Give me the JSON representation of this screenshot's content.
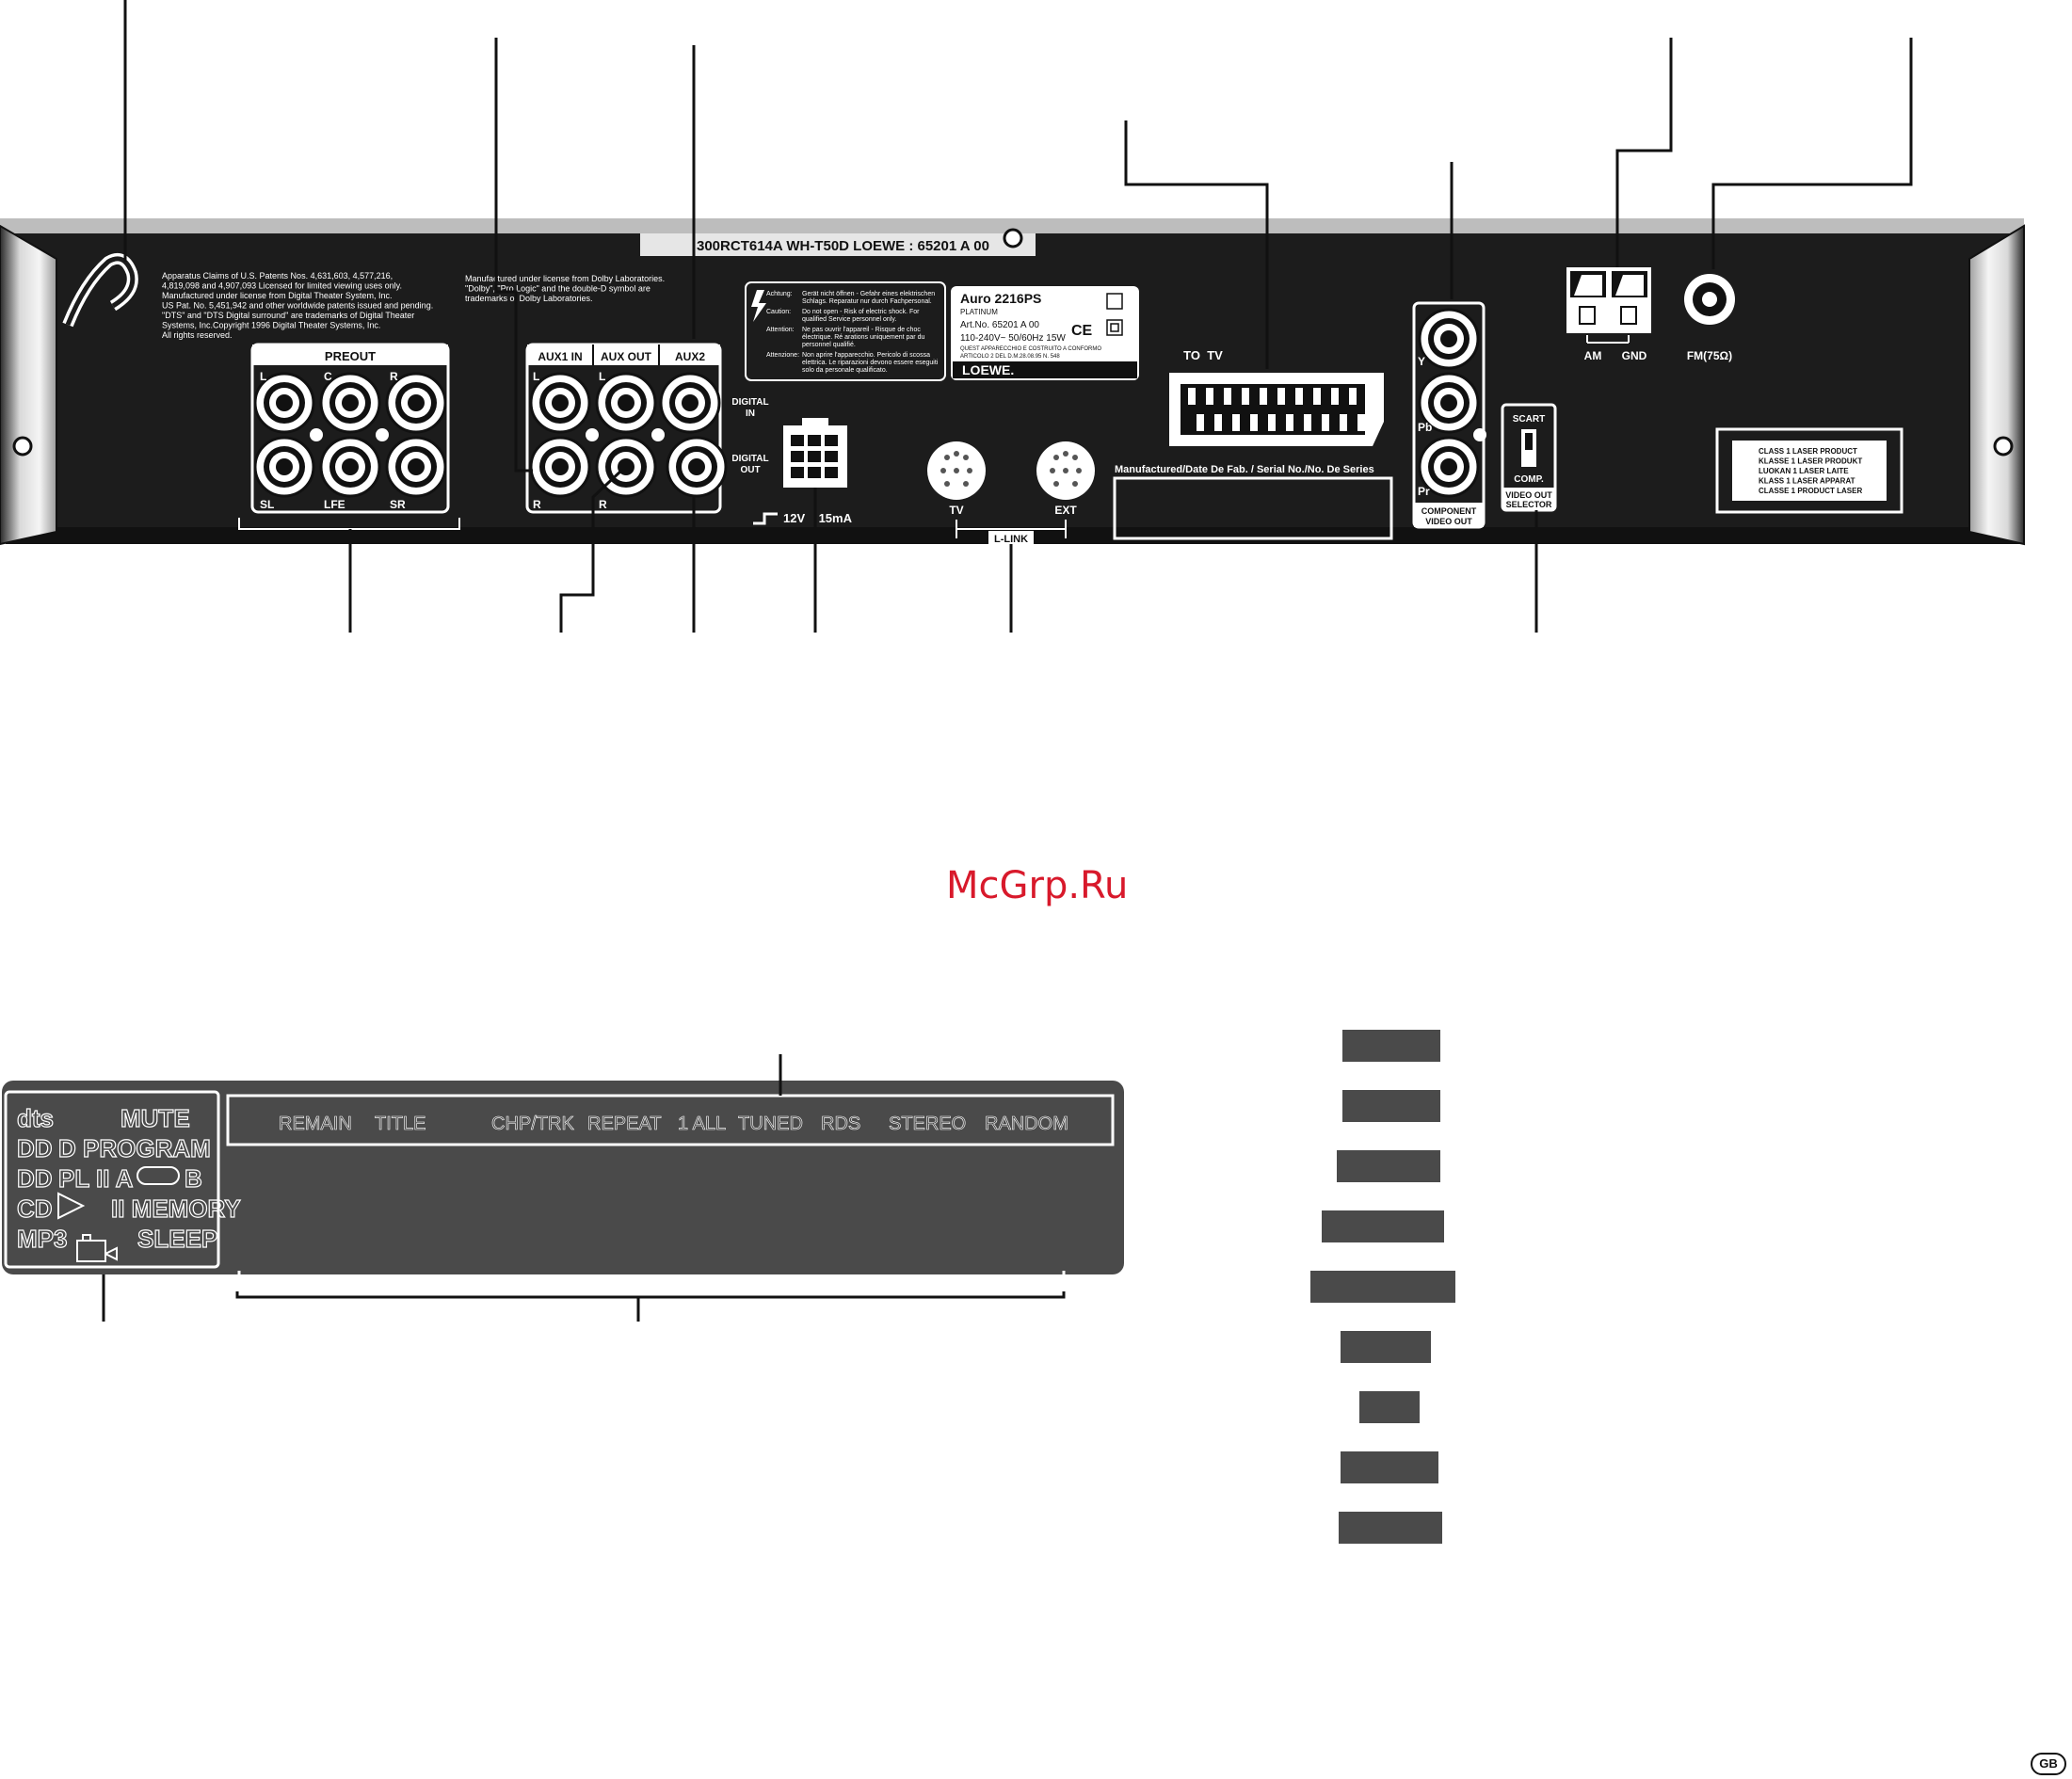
{
  "rear_panel": {
    "model_strip": "300RCT614A   WH-T50D   LOEWE : 65201 A 00",
    "patent_text": [
      "Apparatus Claims of U.S. Patents Nos. 4,631,603, 4,577,216,",
      "4,819,098 and 4,907,093 Licensed for limited viewing uses only.",
      "Manufactured under license from Digital Theater System, Inc.",
      "US Pat. No. 5,451,942 and other worldwide patents issued and pending.",
      "\"DTS\" and \"DTS Digital surround\" are trademarks of Digital Theater",
      "Systems, Inc.Copyright 1996 Digital Theater Systems, Inc.",
      "All rights reserved."
    ],
    "dolby_text": [
      "Manufactured under license from Dolby Laboratories.",
      "\"Dolby\", \"Pro Logic\" and the double-D symbol are",
      "trademarks of Dolby Laboratories."
    ],
    "preout": {
      "title": "PREOUT",
      "top_labels": [
        "L",
        "C",
        "R"
      ],
      "bottom_labels": [
        "SL",
        "LFE",
        "SR"
      ]
    },
    "aux_group": {
      "headers": [
        "AUX1 IN",
        "AUX OUT",
        "AUX2"
      ],
      "l_label": "L",
      "r_label": "R"
    },
    "digital_in": [
      "DIGITAL",
      "IN"
    ],
    "digital_out": [
      "DIGITAL",
      "OUT"
    ],
    "power_label": "12V    15mA",
    "warning": {
      "rows": [
        {
          "k": "Achtung:",
          "v": [
            "Gerät nicht öffnen - Gefahr eines elektrischen",
            "Schlags. Reparatur nur durch Fachpersonal."
          ]
        },
        {
          "k": "Caution:",
          "v": [
            "Do not open - Risk of electric shock. For",
            "qualified Service personnel only."
          ]
        },
        {
          "k": "Attention:",
          "v": [
            "Ne pas ouvrir l'appareil - Risque de choc",
            "électrique. Ré arations uniquement par du",
            "personnel qualifié."
          ]
        },
        {
          "k": "Attenzione:",
          "v": [
            "Non aprire l'apparecchio. Pericolo di scossa",
            "elettrica. Le riparazioni devono essere eseguiti",
            "solo da personale qualificato."
          ]
        }
      ]
    },
    "rating": {
      "model": "Auro 2216PS",
      "sub": "PLATINUM",
      "art": "Art.No. 65201 A 00",
      "power": "110-240V~  50/60Hz  15W",
      "fine1": "QUEST APPARECCHIO E COSTRUITO A CONFORMO",
      "fine2": "ARTICOLO 2 DEL D.M.28.08.95 N. 548",
      "brand": "LOEWE."
    },
    "scart_label": "TO  TV",
    "llink": {
      "tv": "TV",
      "ext": "EXT",
      "name": "L-LINK"
    },
    "serial_label": "Manufactured/Date De Fab. / Serial No./No. De Series",
    "component": {
      "labels": [
        "Y",
        "Pb",
        "Pr"
      ],
      "caption": [
        "COMPONENT",
        "VIDEO OUT"
      ]
    },
    "selector": {
      "top": "SCART",
      "bottom": "COMP.",
      "caption": [
        "VIDEO OUT",
        "SELECTOR"
      ]
    },
    "antenna": {
      "am": "AM",
      "gnd": "GND",
      "fm": "FM(75Ω)"
    },
    "laser_label": [
      "CLASS 1  LASER PRODUCT",
      "KLASSE 1 LASER PRODUKT",
      "LUOKAN 1 LASER LAITE",
      "KLASS 1  LASER APPARAT",
      "CLASSE 1 PRODUCT LASER"
    ]
  },
  "display": {
    "left_rows": [
      [
        "dts",
        "MUTE"
      ],
      [
        "DD",
        "D PROGRAM"
      ],
      [
        "DD",
        "PL II A",
        "B"
      ],
      [
        "CD",
        "II MEMORY"
      ],
      [
        "MP3",
        "SLEEP"
      ]
    ],
    "top_indicators": [
      "REMAIN",
      "TITLE",
      "CHP/TRK",
      "REPEAT",
      "1 ALL",
      "TUNED",
      "RDS",
      "STEREO",
      "RANDOM"
    ]
  },
  "watermark": "McGrp.Ru",
  "page_badge": "GB",
  "colors": {
    "panel": "#1c1c1c",
    "display_bg": "#4a4a4a",
    "accent": "#d8192b",
    "bar": "#4a4a4a"
  }
}
